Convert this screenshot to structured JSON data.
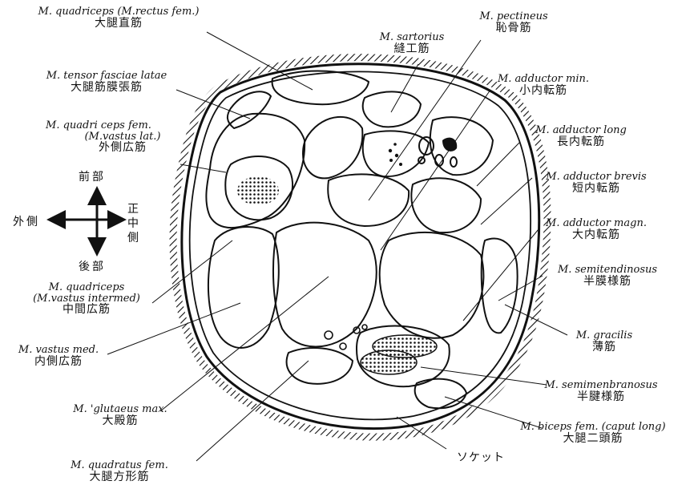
{
  "labels": {
    "quadriceps_rectus": {
      "lat": "M. quadriceps (M.rectus fem.)",
      "jp": "大腿直筋"
    },
    "sartorius": {
      "lat": "M. sartorius",
      "jp": "縫工筋"
    },
    "pectineus": {
      "lat": "M. pectineus",
      "jp": "恥骨筋"
    },
    "tensor": {
      "lat": "M. tensor fasciae latae",
      "jp": "大腿筋膜張筋"
    },
    "adductor_min": {
      "lat": "M. adductor min.",
      "jp": "小内転筋"
    },
    "vastus_lat": {
      "lat1": "M. quadri ceps fem.",
      "lat2": "(M.vastus lat.)",
      "jp": "外側広筋"
    },
    "adductor_long": {
      "lat": "M. adductor long",
      "jp": "長内転筋"
    },
    "adductor_brevis": {
      "lat": "M. adductor brevis",
      "jp": "短内転筋"
    },
    "adductor_magn": {
      "lat": "M. adductor magn.",
      "jp": "大内転筋"
    },
    "semitendinosus": {
      "lat": "M. semitendinosus",
      "jp": "半膜様筋"
    },
    "vastus_intermed": {
      "lat1": "M. quadriceps",
      "lat2": "(M.vastus intermed)",
      "jp": "中間広筋"
    },
    "vastus_med": {
      "lat": "M. vastus med.",
      "jp": "内側広筋"
    },
    "gracilis": {
      "lat": "M. gracilis",
      "jp": "薄筋"
    },
    "semimembranosus": {
      "lat": "M. semimenbranosus",
      "jp": "半腱様筋"
    },
    "glutaeus": {
      "lat": "M. 'glutaeus max.",
      "jp": "大殿筋"
    },
    "biceps": {
      "lat": "M. biceps fem. (caput long)",
      "jp": "大腿二頭筋"
    },
    "quadratus": {
      "lat": "M. quadratus fem.",
      "jp": "大腿方形筋"
    },
    "socket": {
      "jp": "ソケット"
    }
  },
  "orientation": {
    "anterior": "前部",
    "posterior": "後部",
    "lateral": "外側",
    "medial": "正中側"
  }
}
